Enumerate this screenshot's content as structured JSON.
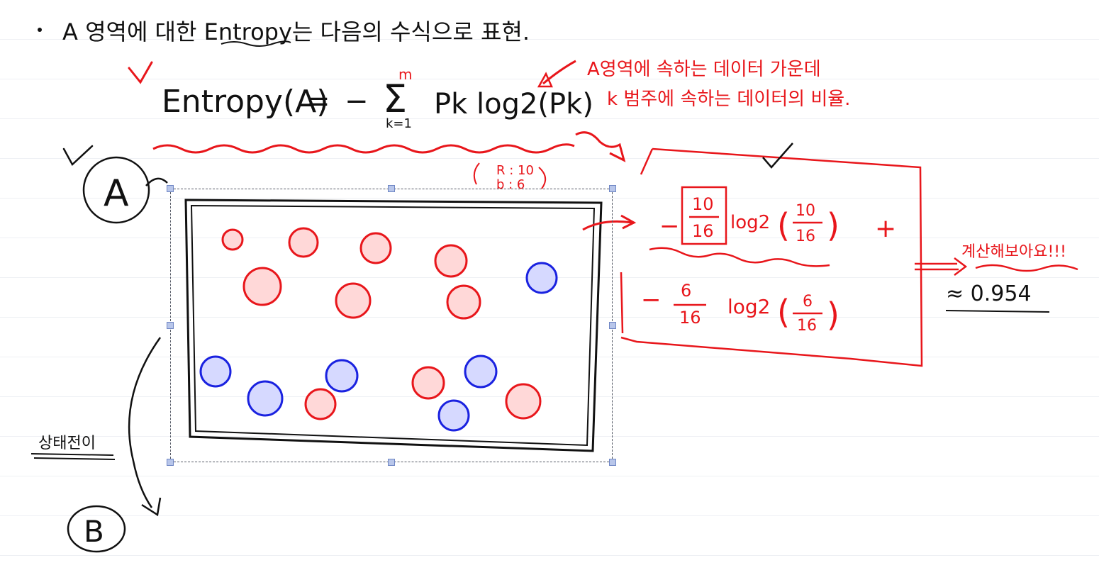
{
  "colors": {
    "ink": "#111111",
    "red": "#e8161b",
    "blue": "#1a22e0",
    "handle": "#b8c6ea"
  },
  "header": {
    "bullet_text": "A 영역에 대한 Entropy는 다음의 수식으로 표현."
  },
  "formula": {
    "lhs": "Entropy(A)",
    "equals": "=",
    "minus": "−",
    "sigma": "Σ",
    "upper": "m",
    "lower": "k=1",
    "term": "Pk log2(Pk)"
  },
  "annotations": {
    "red_note_1": "A영역에 속하는 데이터 가운데",
    "red_note_2": "k 범주에 속하는 데이터의 비율.",
    "counts_r": "R : 10",
    "counts_b": "b : 6",
    "calc_term_1_num": "10",
    "calc_term_1_den": "16",
    "calc_term_1_log": "log2",
    "calc_term_1_paren_num": "10",
    "calc_term_1_paren_den": "16",
    "calc_plus": "+",
    "calc_term_2_num": "6",
    "calc_term_2_den": "16",
    "calc_term_2_log": "log2",
    "calc_term_2_paren_num": "6",
    "calc_term_2_paren_den": "16",
    "result_note": "계산해보아요!!!",
    "result_value": "≈ 0.954",
    "region_a": "A",
    "region_b": "B",
    "split_note": "상태전이"
  }
}
